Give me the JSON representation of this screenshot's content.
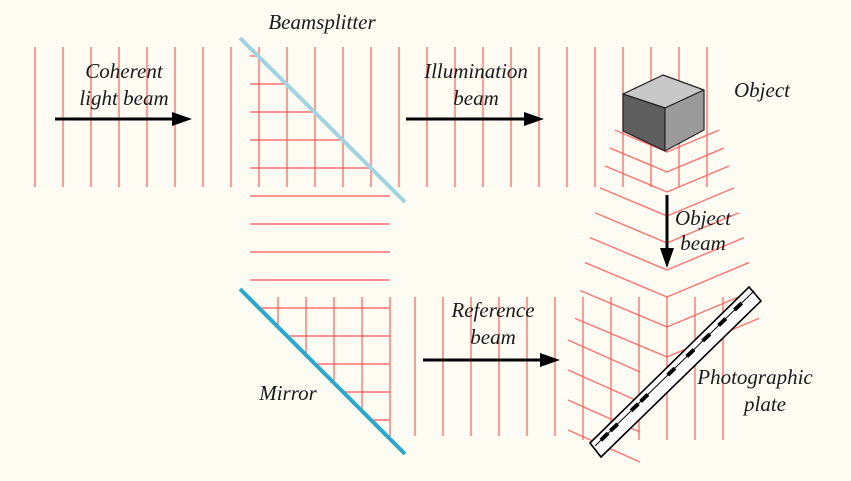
{
  "title": "Holography recording setup",
  "colors": {
    "background": "#fffcf4",
    "wavefront": "#ff5a5a",
    "beamsplitter": "#9fd3e0",
    "mirror": "#2aa9cc",
    "cube_top": "#c8c8c8",
    "cube_front": "#5f5f5f",
    "cube_right": "#9a9a9a"
  },
  "labels": {
    "coherent": [
      "Coherent",
      "light beam"
    ],
    "beamsplitter": "Beamsplitter",
    "illumination": [
      "Illumination",
      "beam"
    ],
    "object": "Object",
    "object_beam": [
      "Object",
      "beam"
    ],
    "reference": [
      "Reference",
      "beam"
    ],
    "mirror": "Mirror",
    "plate": [
      "Photographic",
      "plate"
    ]
  }
}
